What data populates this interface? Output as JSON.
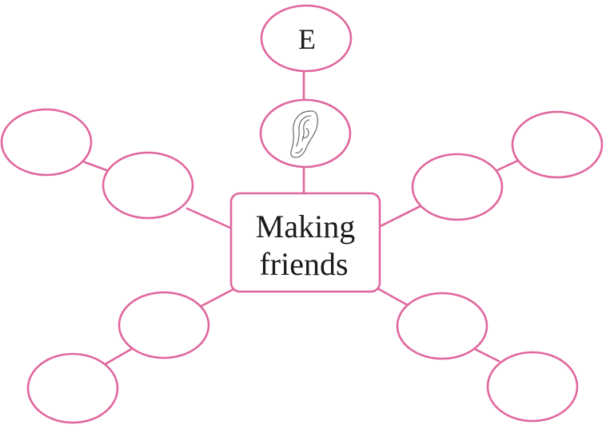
{
  "center": {
    "line1": "Making",
    "line2": "friends"
  },
  "top": {
    "letter": "E",
    "icon": "ear-icon"
  },
  "colors": {
    "accent": "#e0669e",
    "text": "#1a1a1a",
    "background": "#ffffff"
  }
}
